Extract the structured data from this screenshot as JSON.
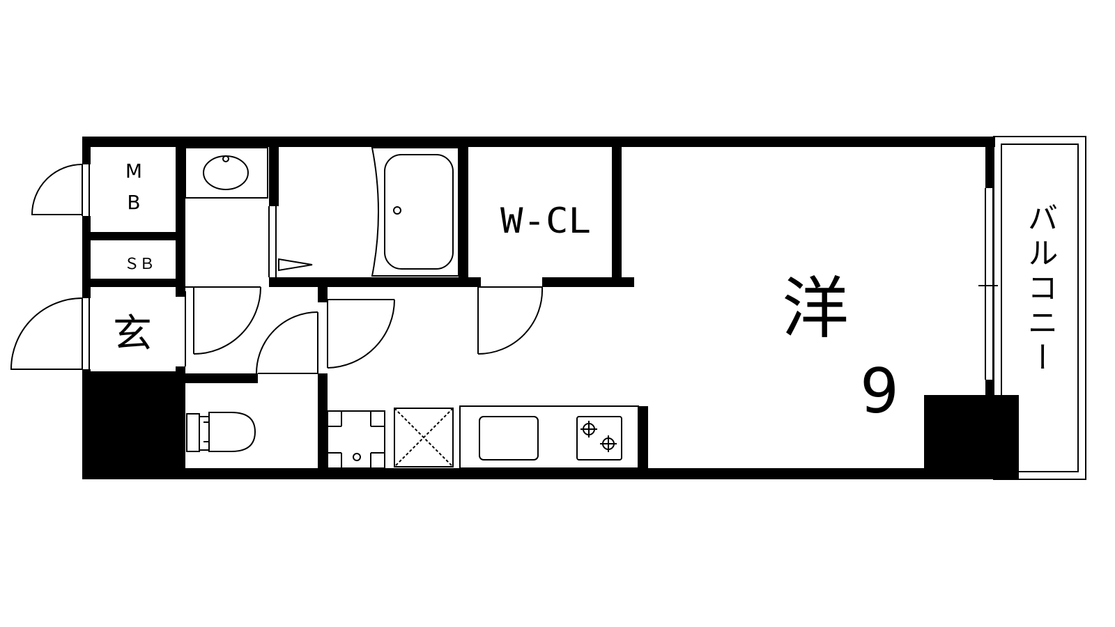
{
  "floor_plan": {
    "rooms": {
      "mb": {
        "line1": "M",
        "line2": "B"
      },
      "sb": {
        "label": "ＳＢ"
      },
      "entrance": {
        "label": "玄"
      },
      "walk_in_closet": {
        "label": "W-CL"
      },
      "western_room": {
        "label": "洋",
        "size": "9"
      },
      "balcony": {
        "label": "バルコニー"
      }
    }
  }
}
